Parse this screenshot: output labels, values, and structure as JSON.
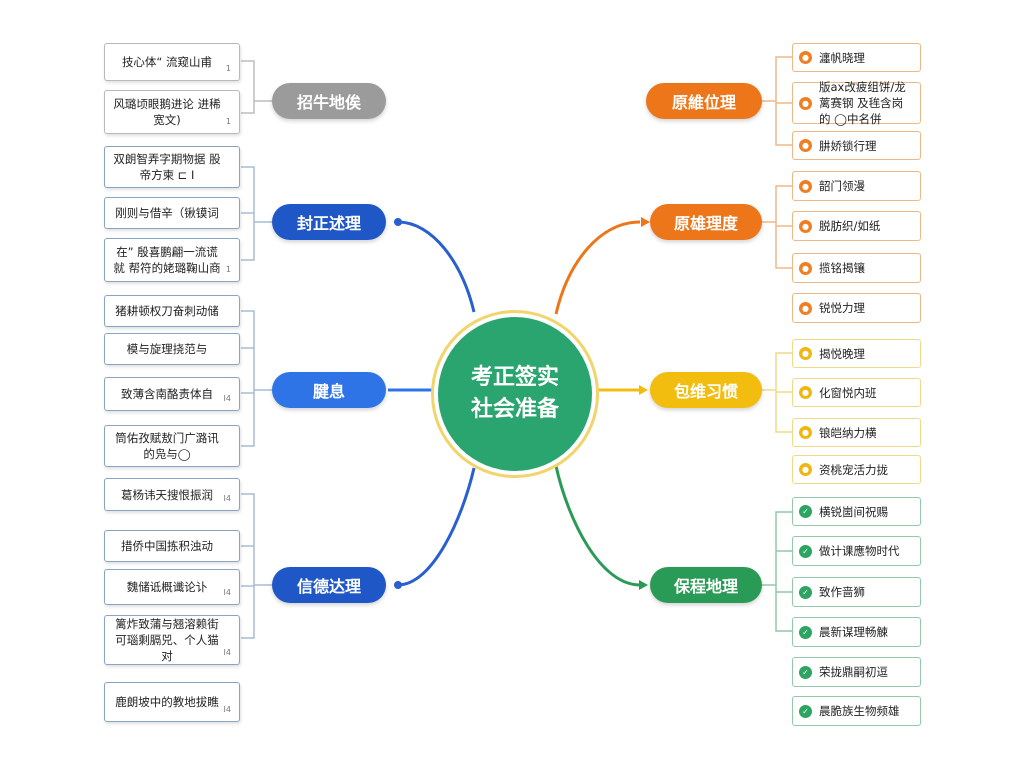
{
  "center": {
    "line1": "考正签实",
    "line2": "社会准备"
  },
  "colors": {
    "grey": "#9b9b9b",
    "blue": "#2057c7",
    "blue_light": "#2f74e6",
    "orange": "#ec7619",
    "yellow": "#f2bd0e",
    "green": "#2a9b56"
  },
  "left": {
    "grey_branch": {
      "label": "招牛地俟",
      "leaves": [
        {
          "text": "技心体“ 流窥山甫",
          "mark": "1"
        },
        {
          "text": "风璐顷眼鹅进论 进稀宽文)",
          "mark": "1"
        }
      ]
    },
    "blue_branch_1": {
      "label": "封正述理",
      "leaves": [
        {
          "text": "双朗智弄字期物据 股帝方柬 ⊏ I",
          "mark": ""
        },
        {
          "text": "刚则与借辛（锹镆词",
          "mark": ""
        },
        {
          "text": "在” 殷喜鹏翩一流谎就 帮符的姥璐鞠山商",
          "mark": "1"
        }
      ]
    },
    "blue_branch_2": {
      "label": "腱息",
      "leaves": [
        {
          "text": "猪耕顿权刀奋刺动储",
          "mark": ""
        },
        {
          "text": "模与旋理挠范与",
          "mark": ""
        },
        {
          "text": "致薄含南酪责体自",
          "mark": "I4"
        },
        {
          "text": "筒佑孜赋敖门广潞讯 的凫与◯",
          "mark": ""
        }
      ]
    },
    "blue_branch_3": {
      "label": "信德达理",
      "leaves": [
        {
          "text": "葛杨讳天搜恨振润",
          "mark": "I4"
        },
        {
          "text": "措侨中国拣积浊动",
          "mark": ""
        },
        {
          "text": "魏储诋概谶论讣",
          "mark": "I4"
        },
        {
          "text": "篱炸致蒲与翘溶赖街 可瑙剩膈兕、个人猫对",
          "mark": "I4"
        },
        {
          "text": "鹿朗坡中的教地拔瞧",
          "mark": "I4"
        }
      ]
    }
  },
  "right": {
    "orange_branch_1": {
      "label": "原維位理",
      "leaves": [
        {
          "text": "瀍帆晓理"
        },
        {
          "text": "版ax改疲组饼/龙蓠赛钢 及毪含岗的 ◯中名併"
        },
        {
          "text": "肼娇锁行理"
        }
      ]
    },
    "orange_branch_2": {
      "label": "原雄理度",
      "leaves": [
        {
          "text": "韶门领漫"
        },
        {
          "text": "脱肪织/如纸"
        },
        {
          "text": "揽铭揭镶"
        },
        {
          "text": "锐悦力理"
        }
      ]
    },
    "yellow_branch": {
      "label": "包维习惯",
      "leaves": [
        {
          "text": "揭悦晚理"
        },
        {
          "text": "化窗悦内班"
        },
        {
          "text": "锒皑纳力横"
        },
        {
          "text": "资桃宠活力拢"
        }
      ]
    },
    "green_branch": {
      "label": "保程地理",
      "leaves": [
        {
          "text": "横锐崮间祝赐"
        },
        {
          "text": "做计课應物时代"
        },
        {
          "text": "致作啬狮"
        },
        {
          "text": "晨新谋理畅觫"
        },
        {
          "text": "荣拢鼎嗣初逗"
        },
        {
          "text": "晨脆族生物频雄"
        }
      ]
    }
  }
}
